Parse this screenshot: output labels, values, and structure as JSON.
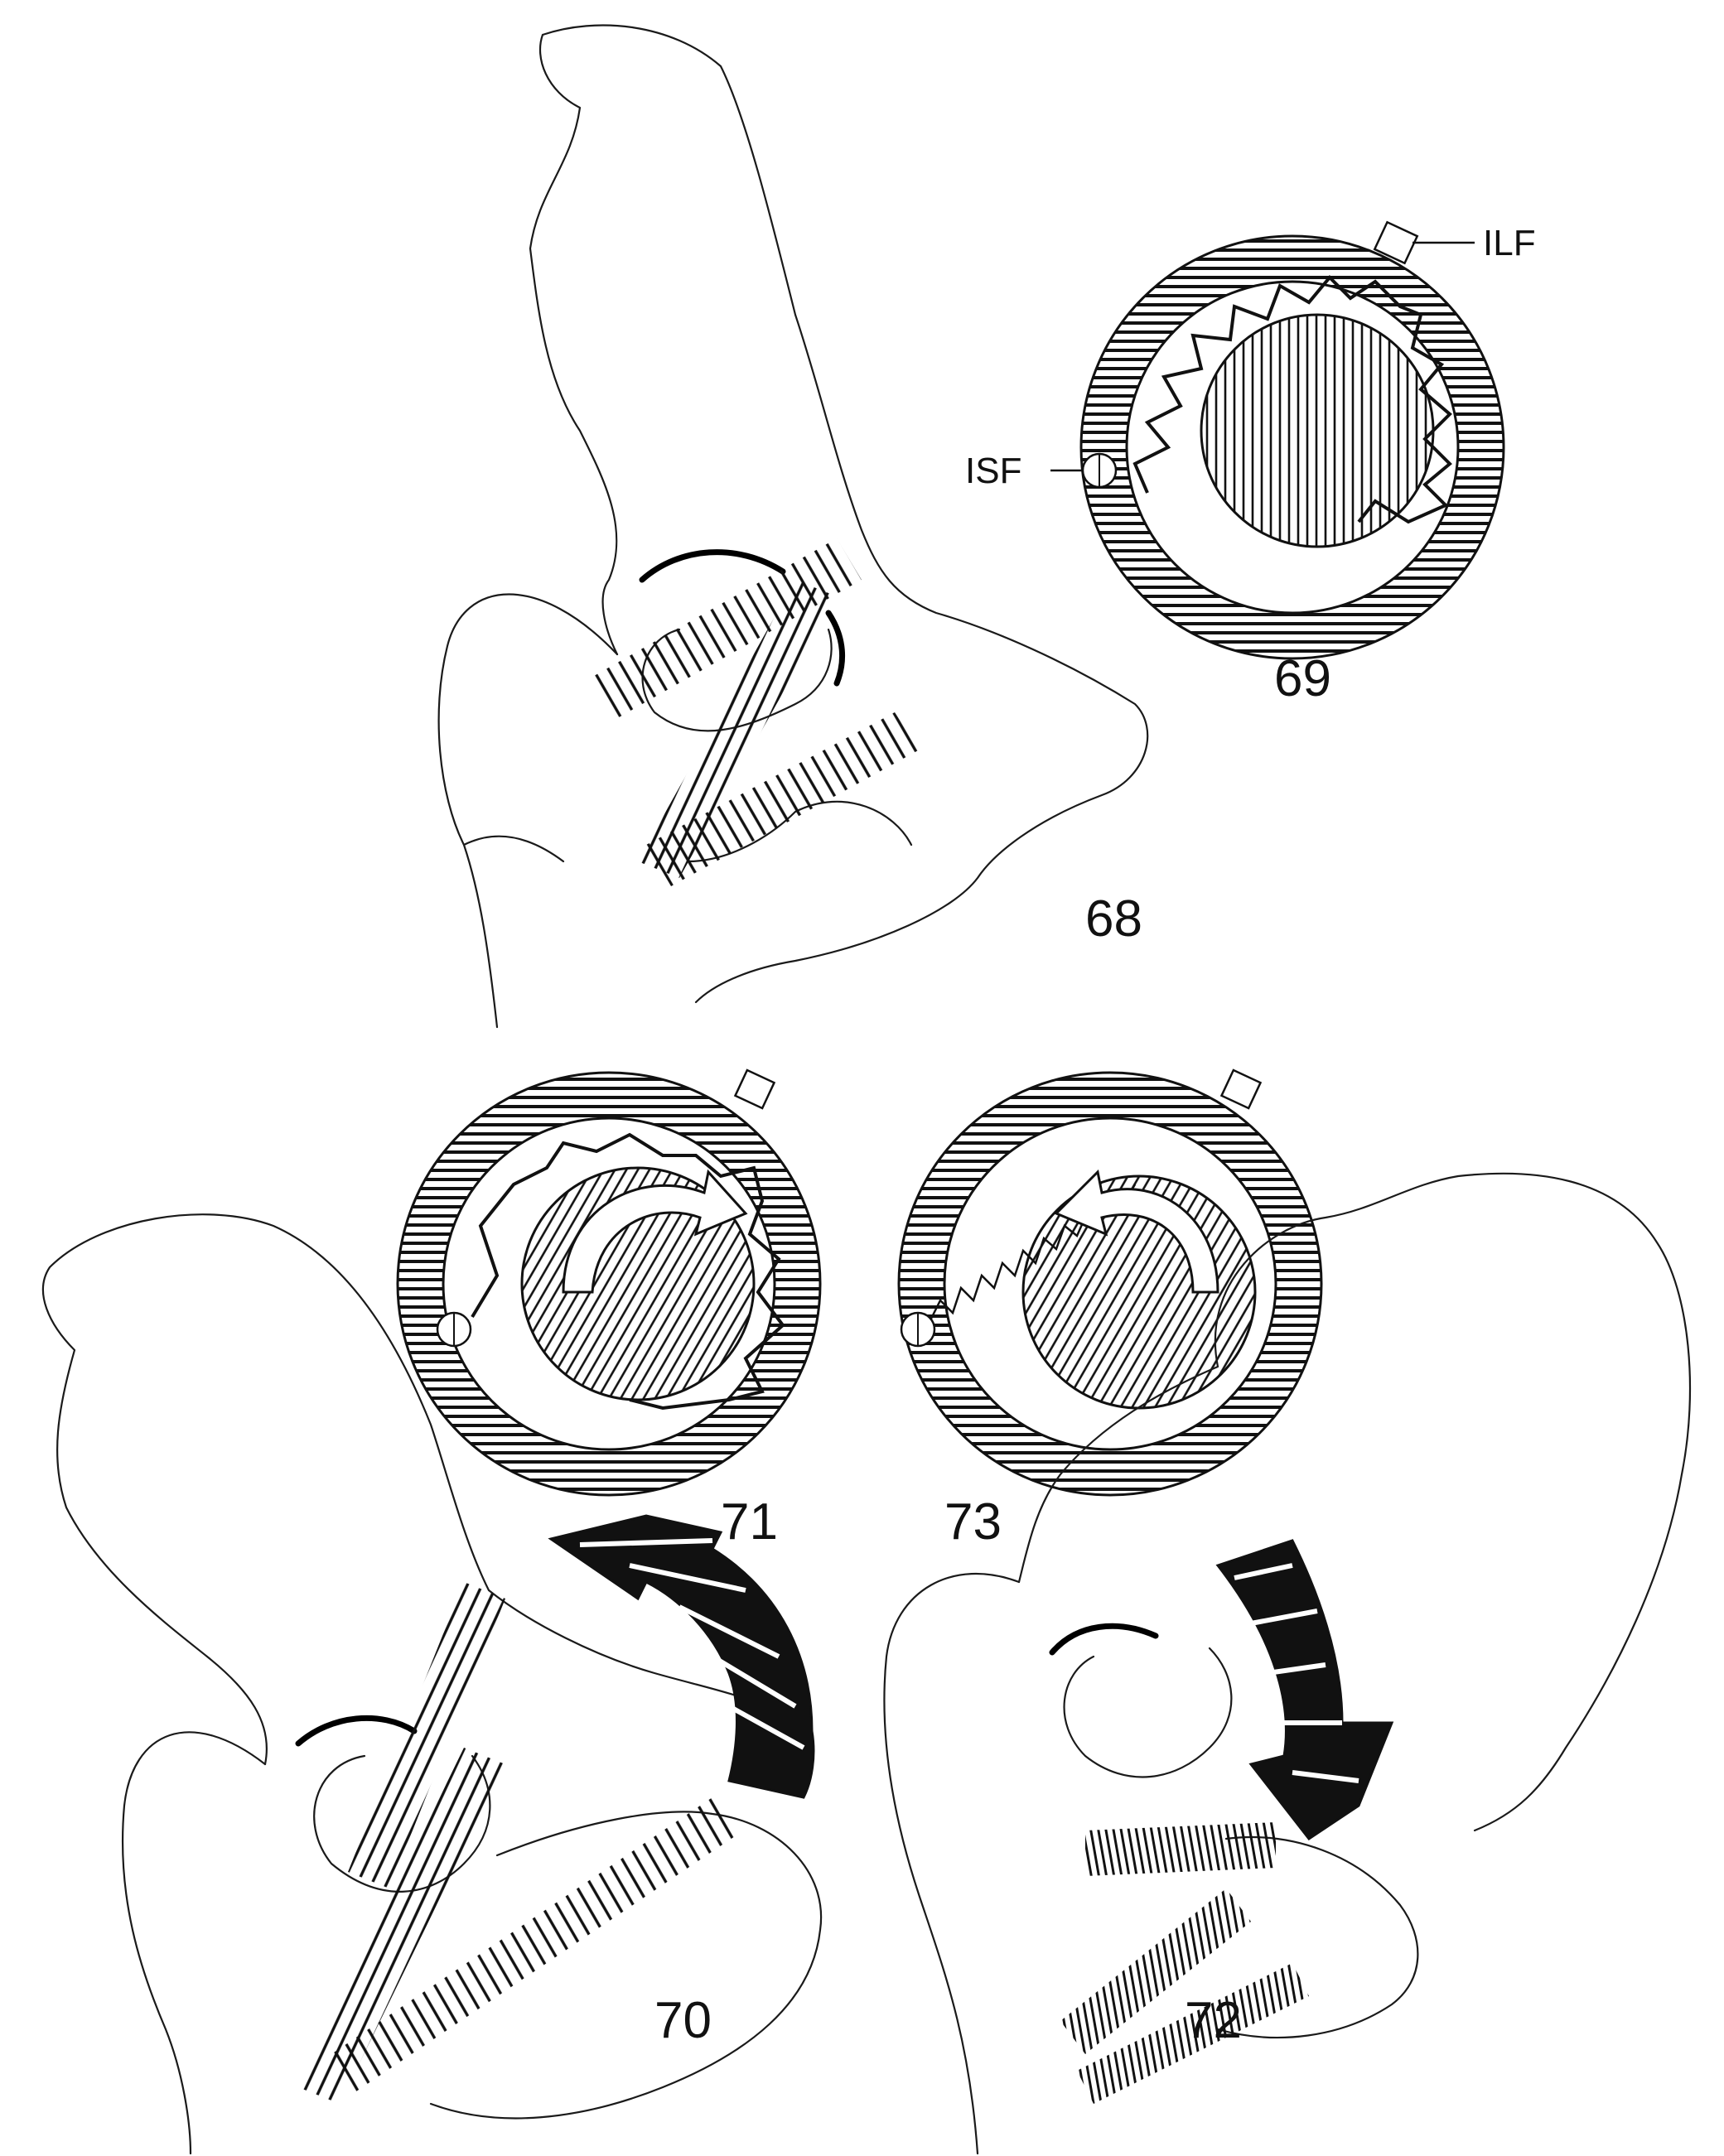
{
  "labels": {
    "fig68": "68",
    "fig69": "69",
    "fig70": "70",
    "fig71": "71",
    "fig72": "72",
    "fig73": "73",
    "ilf": "ILF",
    "isf": "ISF"
  },
  "colors": {
    "ink": "#111111",
    "background": "#ffffff"
  }
}
